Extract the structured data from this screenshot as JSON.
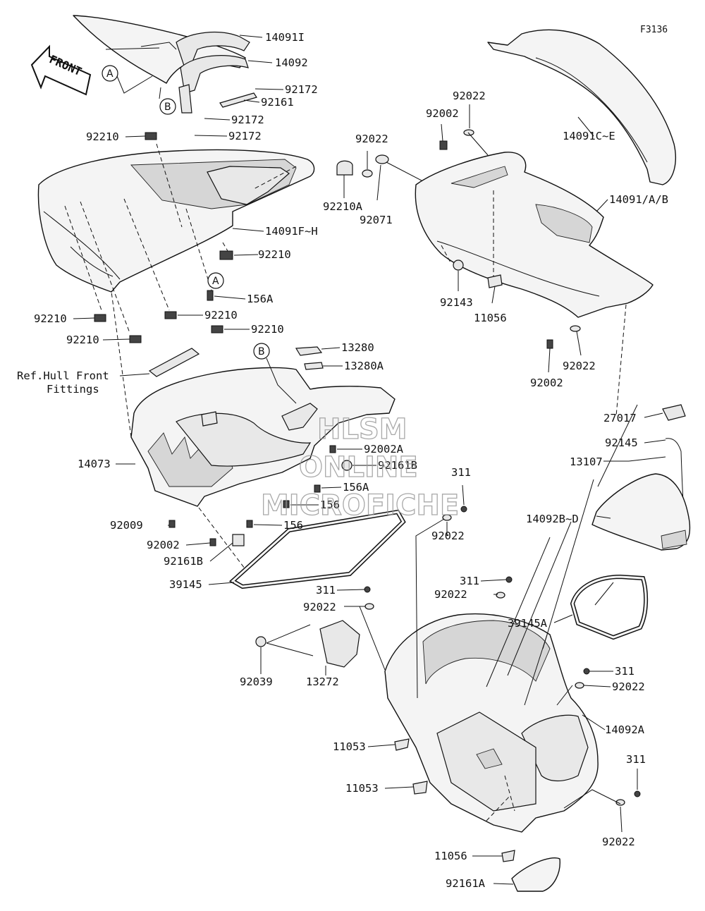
{
  "diagram_code": "F3136",
  "front_label": "FRONT",
  "callouts": {
    "a": "A",
    "b": "B"
  },
  "ref_note": {
    "line1": "Ref.Hull Front",
    "line2": "Fittings"
  },
  "watermark": {
    "line1": "HLSM",
    "line2": "ONLINE",
    "line3": "MICROFICHE"
  },
  "parts": [
    "14091I",
    "14092",
    "92172",
    "92161",
    "92172",
    "92172",
    "92210",
    "14091F~H",
    "92210",
    "156A",
    "92210",
    "92210",
    "92210",
    "13280",
    "13280A",
    "14073",
    "92002A",
    "92161B",
    "156A",
    "156",
    "156",
    "92009",
    "92002",
    "92161B",
    "39145",
    "92210A",
    "92022",
    "92071",
    "92002",
    "92022",
    "14091C~E",
    "14091/A/B",
    "92143",
    "11056",
    "92002",
    "92022",
    "27017",
    "92145",
    "13107",
    "14092B~D",
    "311",
    "92022",
    "311",
    "92022",
    "311",
    "92022",
    "39145A",
    "92039",
    "13272",
    "311",
    "92022",
    "14092A",
    "11053",
    "11053",
    "311",
    "92022",
    "11056",
    "92161A"
  ]
}
